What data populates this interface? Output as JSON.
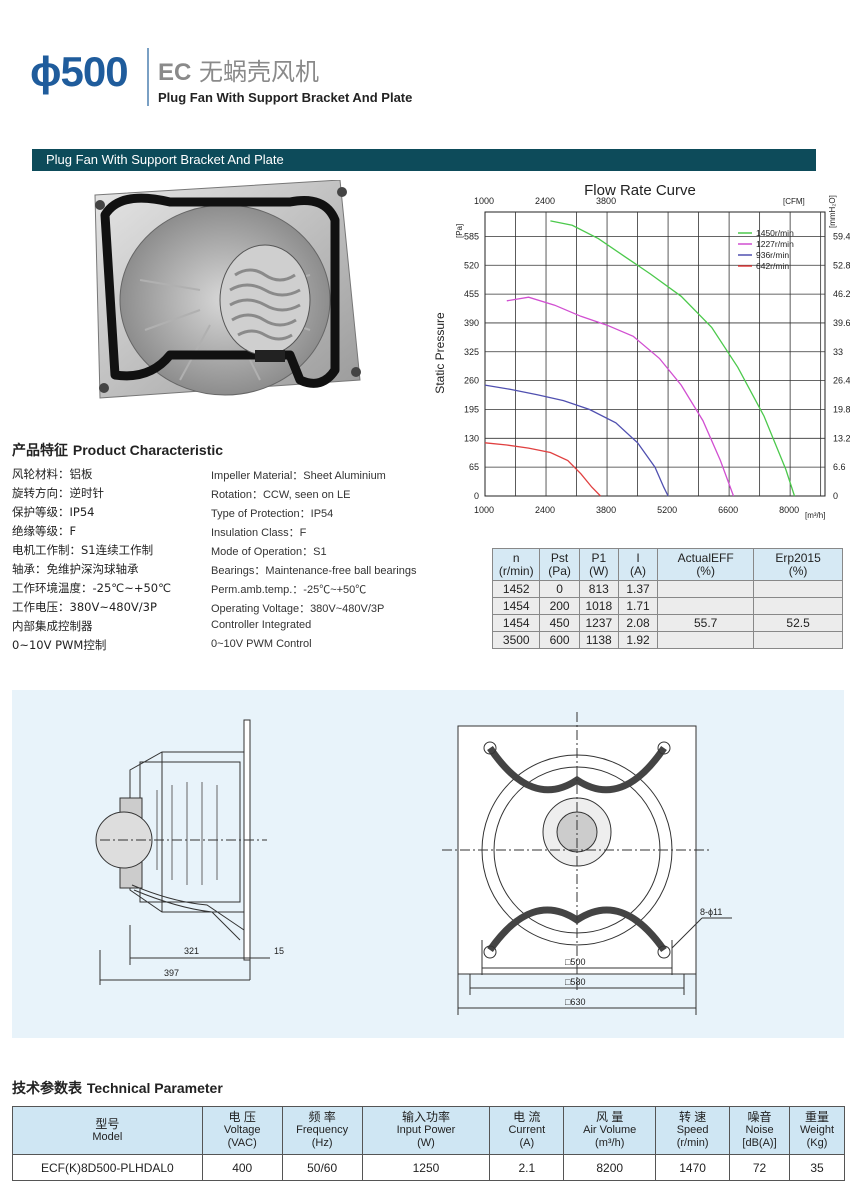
{
  "header": {
    "model": "ϕ500",
    "ec": "EC",
    "title_cn": "无蜗壳风机",
    "subtitle": "Plug Fan With Support Bracket And Plate"
  },
  "banner": "Plug Fan With Support Bracket And Plate",
  "characteristic": {
    "title_cn": "产品特征",
    "title_en": "Product Characteristic",
    "rows": [
      {
        "cn": "风轮材料：铝板",
        "en": "Impeller Material：Sheet Aluminium"
      },
      {
        "cn": "旋转方向：逆时针",
        "en": "Rotation：CCW, seen on LE"
      },
      {
        "cn": "保护等级：IP54",
        "en": "Type of Protection：IP54"
      },
      {
        "cn": "绝缘等级：F",
        "en": "Insulation Class：F"
      },
      {
        "cn": "电机工作制：S1连续工作制",
        "en": "Mode of Operation：S1"
      },
      {
        "cn": "轴承：免维护深沟球轴承",
        "en": "Bearings：Maintenance-free ball bearings"
      },
      {
        "cn": "工作环境温度：-25℃~+50℃",
        "en": "Perm.amb.temp.：-25℃~+50℃"
      },
      {
        "cn": "工作电压：380V~480V/3P",
        "en": "Operating Voltage：380V~480V/3P"
      },
      {
        "cn": "内部集成控制器",
        "en": "Controller Integrated"
      },
      {
        "cn": "0~10V PWM控制",
        "en": "0~10V PWM Control"
      }
    ]
  },
  "chart_data": {
    "type": "line",
    "title": "Flow Rate Curve",
    "xlabel": "[m³/h]",
    "ylabel": "Static Pressure",
    "top_axis_label": "[CFM]",
    "right_axis_label": "[mmH₂O]",
    "left_axis_unit": "[Pa]",
    "xlim": [
      1000,
      8800
    ],
    "ylim": [
      0,
      640
    ],
    "x_ticks": [
      1000,
      2400,
      3800,
      5200,
      6600,
      8000
    ],
    "y_ticks": [
      0,
      65,
      130,
      195,
      260,
      325,
      390,
      455,
      520,
      585
    ],
    "top_ticks": [
      "1000",
      "2400",
      "3800"
    ],
    "right_ticks": [
      "0",
      "6.6",
      "13.2",
      "19.8",
      "26.4",
      "33",
      "39.6",
      "46.2",
      "52.8",
      "59.4"
    ],
    "grid": true,
    "legend": "top-right",
    "series": [
      {
        "name": "1450r/min",
        "color": "#4cc94c",
        "x": [
          2500,
          3000,
          3600,
          4200,
          4800,
          5500,
          6200,
          6800,
          7400,
          7900,
          8100
        ],
        "y": [
          620,
          610,
          580,
          540,
          500,
          450,
          380,
          290,
          180,
          60,
          0
        ]
      },
      {
        "name": "1227r/min",
        "color": "#d14fd1",
        "x": [
          1500,
          2000,
          2600,
          3200,
          3800,
          4400,
          5000,
          5500,
          6000,
          6400,
          6700
        ],
        "y": [
          440,
          448,
          430,
          405,
          385,
          360,
          310,
          250,
          170,
          80,
          0
        ]
      },
      {
        "name": "936r/min",
        "color": "#5050b0",
        "x": [
          1000,
          1600,
          2200,
          2800,
          3400,
          4000,
          4500,
          4900,
          5100,
          5200
        ],
        "y": [
          250,
          240,
          228,
          215,
          195,
          165,
          120,
          65,
          20,
          0
        ]
      },
      {
        "name": "642r/min",
        "color": "#e04040",
        "x": [
          1000,
          1500,
          2000,
          2500,
          2900,
          3200,
          3450,
          3650
        ],
        "y": [
          120,
          115,
          108,
          98,
          80,
          50,
          20,
          0
        ]
      }
    ]
  },
  "performance": {
    "headers": [
      [
        "n",
        "(r/min)"
      ],
      [
        "Pst",
        "(Pa)"
      ],
      [
        "P1",
        "(W)"
      ],
      [
        "I",
        "(A)"
      ],
      [
        "ActualEFF",
        "(%)"
      ],
      [
        "Erp2015",
        "(%)"
      ]
    ],
    "rows": [
      [
        "1452",
        "0",
        "813",
        "1.37",
        "",
        ""
      ],
      [
        "1454",
        "200",
        "1018",
        "1.71",
        "",
        ""
      ],
      [
        "1454",
        "450",
        "1237",
        "2.08",
        "55.7",
        "52.5"
      ],
      [
        "3500",
        "600",
        "1138",
        "1.92",
        "",
        ""
      ]
    ]
  },
  "drawing": {
    "dim_321": "321",
    "dim_15": "15",
    "dim_397": "397",
    "dim_500": "□500",
    "dim_580": "□580",
    "dim_630": "□630",
    "holes": "8-ϕ11"
  },
  "tech": {
    "title_cn": "技术参数表",
    "title_en": "Technical Parameter",
    "headers": [
      {
        "cn": "型号",
        "en": "Model"
      },
      {
        "cn": "电 压",
        "en": "Voltage",
        "unit": "(VAC)"
      },
      {
        "cn": "频 率",
        "en": "Frequency",
        "unit": "(Hz)"
      },
      {
        "cn": "输入功率",
        "en": "Input Power",
        "unit": "(W)"
      },
      {
        "cn": "电 流",
        "en": "Current",
        "unit": "(A)"
      },
      {
        "cn": "风 量",
        "en": "Air Volume",
        "unit": "(m³/h)"
      },
      {
        "cn": "转 速",
        "en": "Speed",
        "unit": "(r/min)"
      },
      {
        "cn": "噪音",
        "en": "Noise",
        "unit": "[dB(A)]"
      },
      {
        "cn": "重量",
        "en": "Weight",
        "unit": "(Kg)"
      }
    ],
    "row": [
      "ECF(K)8D500-PLHDAL0",
      "400",
      "50/60",
      "1250",
      "2.1",
      "8200",
      "1470",
      "72",
      "35"
    ]
  }
}
